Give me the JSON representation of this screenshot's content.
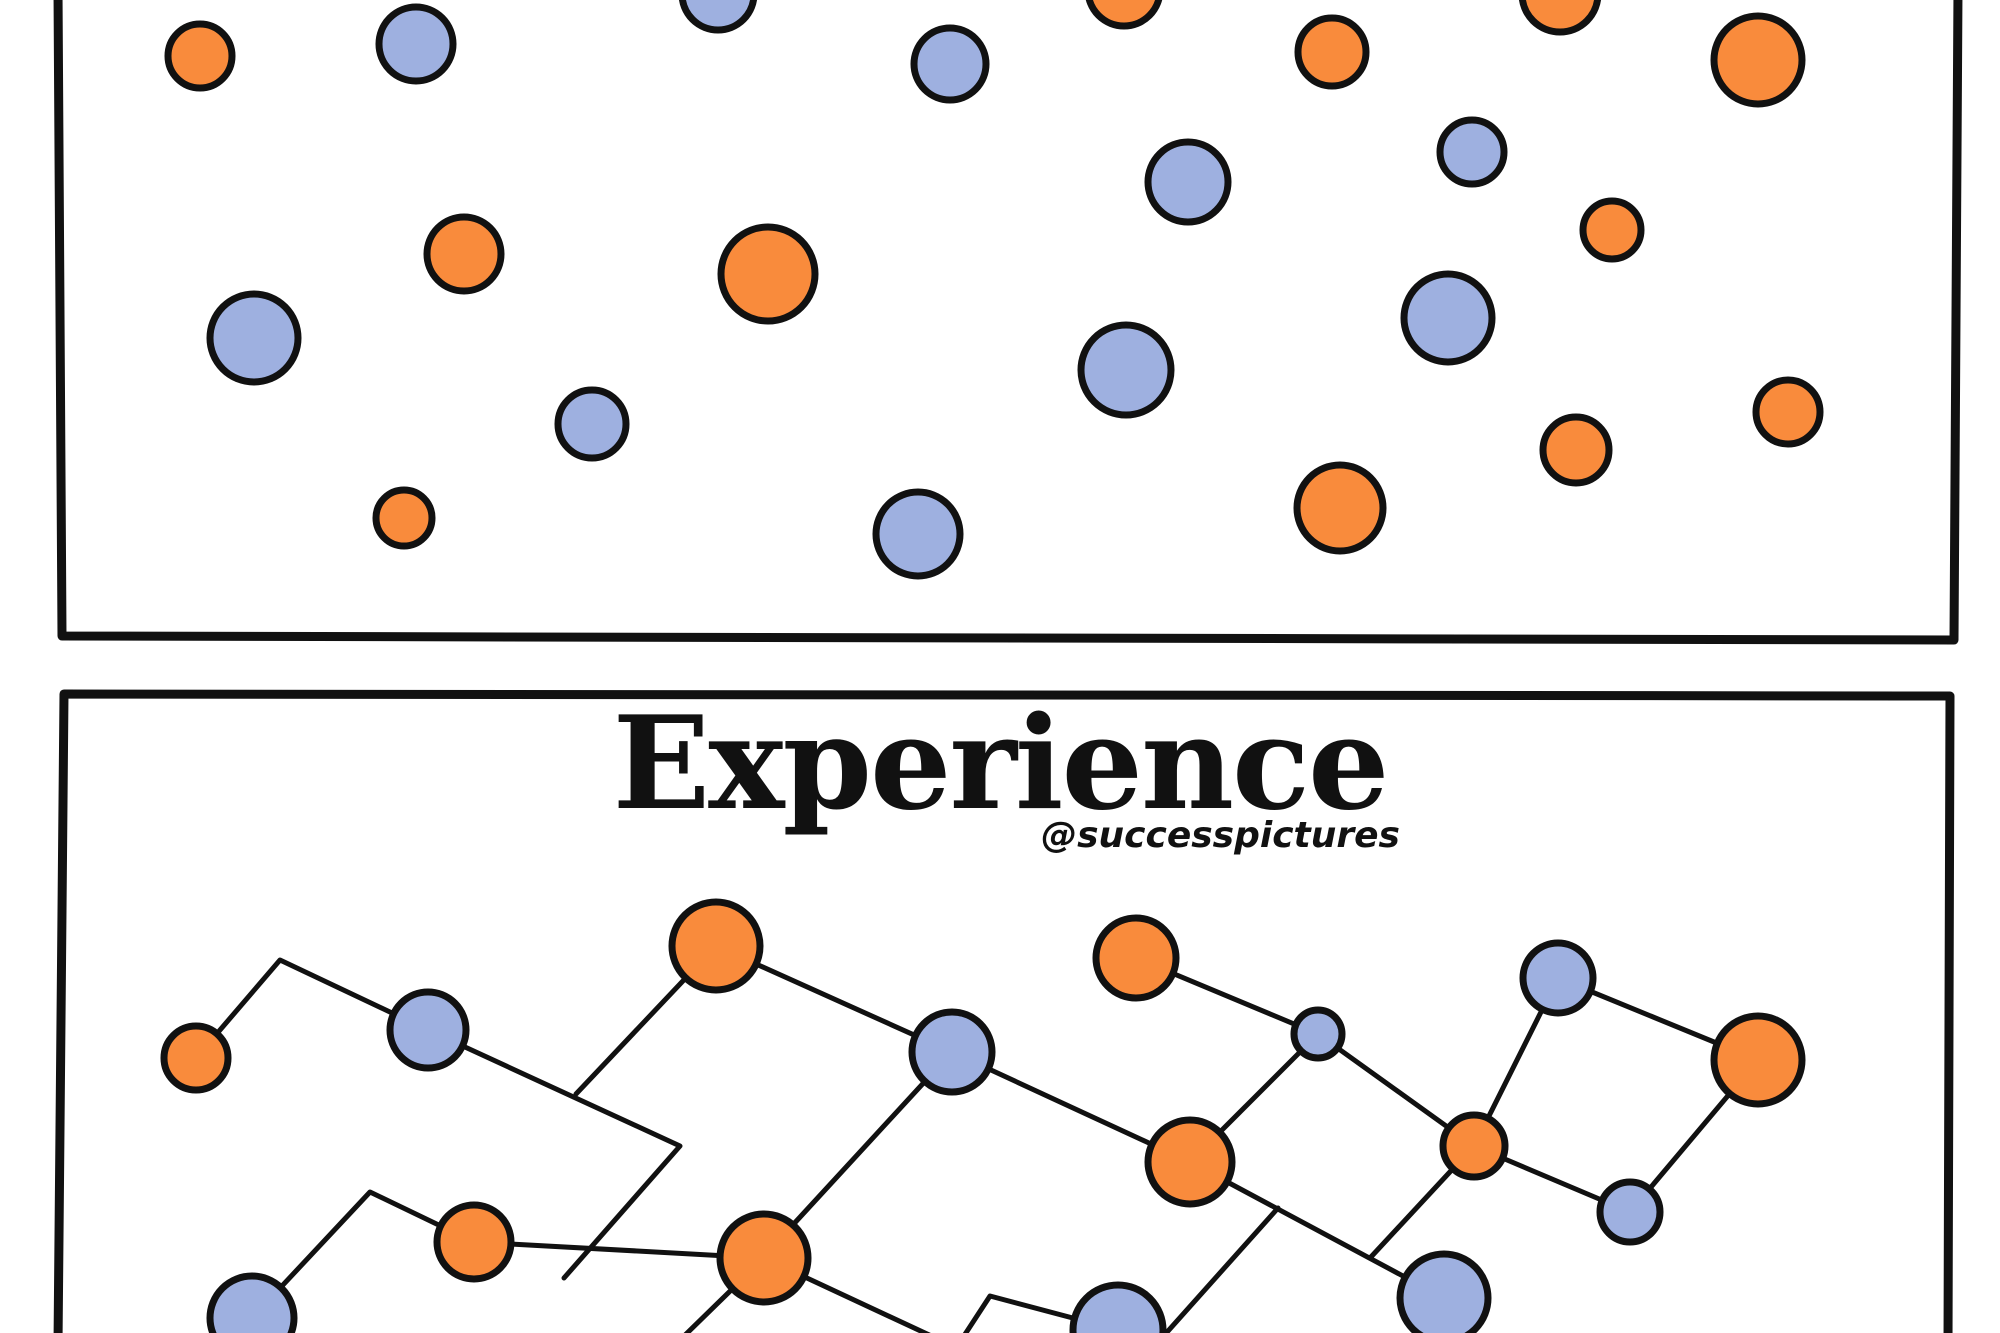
{
  "title": "Experience",
  "credit": "@successpictures",
  "colors": {
    "ink": "#111111",
    "orange": "#f98b3c",
    "blue": "#9eb0e0",
    "background": "#ffffff"
  },
  "top_panel": {
    "dots": [
      {
        "color": "orange"
      },
      {
        "color": "blue"
      },
      {
        "color": "blue"
      },
      {
        "color": "blue"
      },
      {
        "color": "orange"
      },
      {
        "color": "orange"
      },
      {
        "color": "orange"
      },
      {
        "color": "orange"
      },
      {
        "color": "blue"
      },
      {
        "color": "blue"
      },
      {
        "color": "orange"
      },
      {
        "color": "orange"
      },
      {
        "color": "orange"
      },
      {
        "color": "blue"
      },
      {
        "color": "blue"
      },
      {
        "color": "blue"
      },
      {
        "color": "orange"
      },
      {
        "color": "blue"
      },
      {
        "color": "orange"
      },
      {
        "color": "orange"
      },
      {
        "color": "blue"
      },
      {
        "color": "orange"
      },
      {
        "color": "orange"
      }
    ]
  },
  "bottom_panel": {
    "nodes": [
      {
        "color": "orange"
      },
      {
        "color": "blue"
      },
      {
        "color": "orange"
      },
      {
        "color": "blue"
      },
      {
        "color": "orange"
      },
      {
        "color": "blue"
      },
      {
        "color": "blue"
      },
      {
        "color": "orange"
      },
      {
        "color": "orange"
      },
      {
        "color": "orange"
      },
      {
        "color": "blue"
      },
      {
        "color": "blue"
      },
      {
        "color": "orange"
      },
      {
        "color": "orange"
      },
      {
        "color": "blue"
      },
      {
        "color": "blue"
      },
      {
        "color": "blue"
      }
    ]
  }
}
